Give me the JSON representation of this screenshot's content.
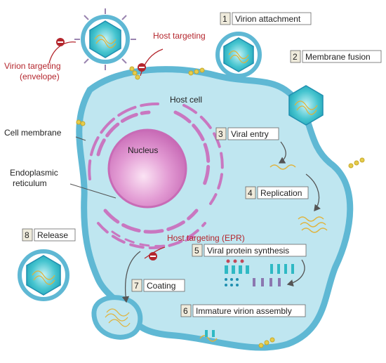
{
  "steps": [
    {
      "num": "1",
      "label": "Virion attachment"
    },
    {
      "num": "2",
      "label": "Membrane fusion"
    },
    {
      "num": "3",
      "label": "Viral entry"
    },
    {
      "num": "4",
      "label": "Replication"
    },
    {
      "num": "5",
      "label": "Viral protein synthesis"
    },
    {
      "num": "6",
      "label": "Immature virion assembly"
    },
    {
      "num": "7",
      "label": "Coating"
    },
    {
      "num": "8",
      "label": "Release"
    }
  ],
  "labels": {
    "host_cell": "Host cell",
    "nucleus": "Nucleus",
    "cell_membrane": "Cell membrane",
    "er_line1": "Endoplasmic",
    "er_line2": "reticulum"
  },
  "targeting": {
    "virion_line1": "Virion targeting",
    "virion_line2": "(envelope)",
    "host": "Host targeting",
    "host_epr": "Host targeting (EPR)"
  },
  "colors": {
    "cell_fill": "#bfe6f0",
    "membrane": "#5fb8d4",
    "nucleus": "#d87fc6",
    "er": "#c977c0",
    "virion": "#2fb9c4",
    "virion_edge": "#1f8fb0",
    "inhibit": "#b4262d",
    "box_fill": "#efebdc"
  }
}
